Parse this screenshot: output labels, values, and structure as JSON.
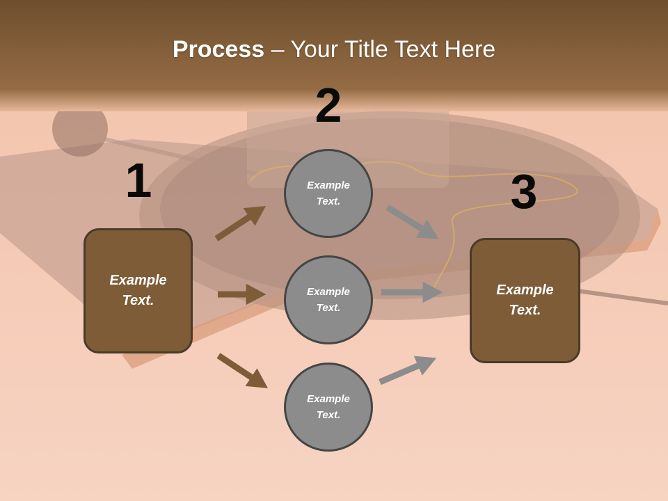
{
  "title": {
    "bold": "Process",
    "rest": " – Your Title Text Here"
  },
  "steps": [
    {
      "number": "1",
      "text_line1": "Example",
      "text_line2": "Text."
    },
    {
      "number": "2"
    },
    {
      "number": "3",
      "text_line1": "Example",
      "text_line2": "Text."
    }
  ],
  "circles": [
    {
      "line1": "Example",
      "line2": "Text."
    },
    {
      "line1": "Example",
      "line2": "Text."
    },
    {
      "line1": "Example",
      "line2": "Text."
    }
  ],
  "colors": {
    "box_fill": "#7e5c38",
    "circle_fill": "#8c8c8c",
    "arrow_brown": "#7e5c38",
    "arrow_gray": "#8c8c8c",
    "header_band": "#7a5530"
  }
}
